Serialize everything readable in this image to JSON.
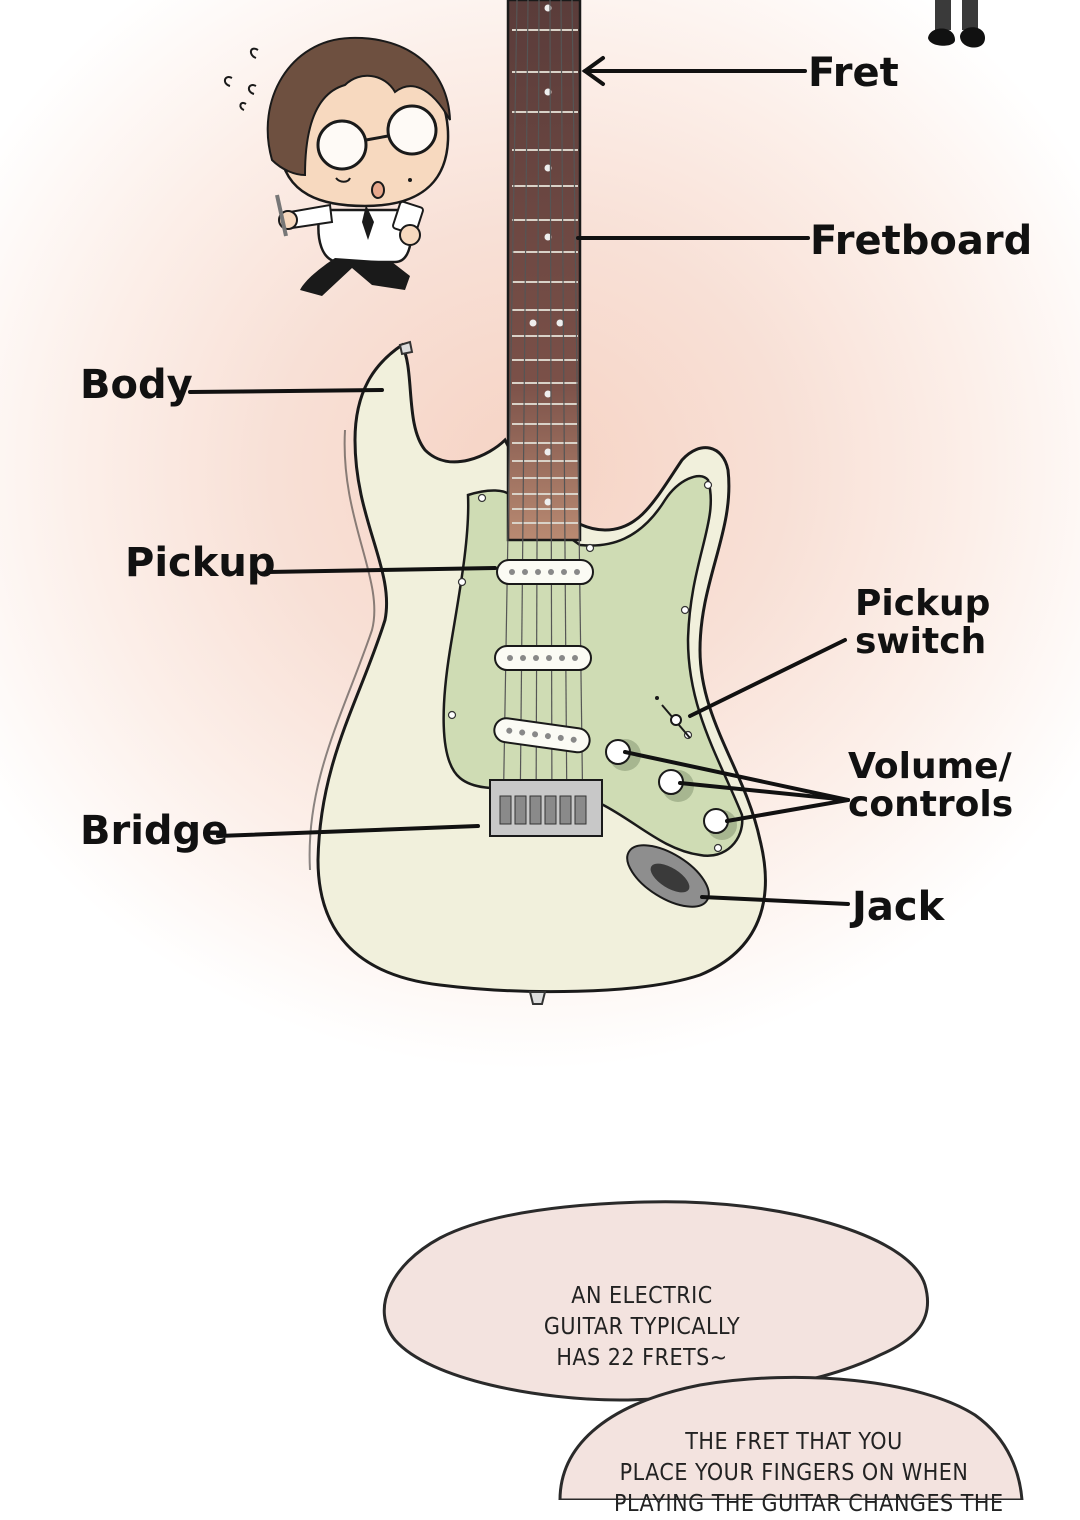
{
  "labels": {
    "fret": "Fret",
    "fretboard": "Fretboard",
    "body": "Body",
    "pickup": "Pickup",
    "pickup_switch": "Pickup\nswitch",
    "volume_controls": "Volume/\ncontrols",
    "bridge": "Bridge",
    "jack": "Jack"
  },
  "bubble1": {
    "lines": [
      "AN ELECTRIC",
      "GUITAR TYPICALLY",
      "HAS 22 FRETS~"
    ]
  },
  "bubble2": {
    "lines": [
      "THE FRET THAT YOU",
      "PLACE YOUR FINGERS ON WHEN",
      "PLAYING THE GUITAR CHANGES THE"
    ]
  },
  "colors": {
    "guitar_body": "#f1f0dc",
    "pickguard": "#cfdcb4",
    "fretboard": "#6b4a44",
    "bubble_fill": "#f3e3df",
    "ink": "#111111"
  }
}
